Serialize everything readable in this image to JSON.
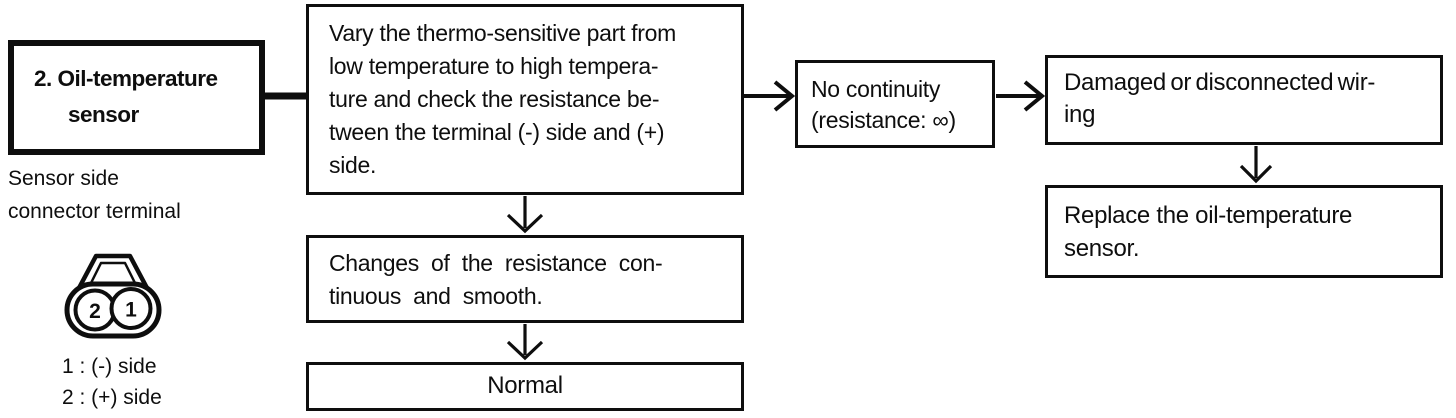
{
  "colors": {
    "ink": "#0e0e0e",
    "paper": "#ffffff"
  },
  "flowchart": {
    "start_box": "2. Oil-temperature\nsensor",
    "test_box": "Vary the thermo-sensitive part from\nlow temperature to high tempera-\nture and check the resistance be-\ntween the terminal (-) side and (+)\nside.",
    "ok_box": "Changes of the resistance con-\ntinuous and smooth.",
    "normal_box": "Normal",
    "fail_box": "No continuity\n(resistance: ∞)",
    "cause_box": "Damaged or disconnected wir-\ning",
    "action_box": "Replace the oil-temperature\nsensor."
  },
  "connector_detail": {
    "caption": "Sensor side\nconnector terminal",
    "pin_left_label": "2",
    "pin_right_label": "1",
    "legend": [
      "1 : (-) side",
      "2 : (+) side"
    ]
  }
}
